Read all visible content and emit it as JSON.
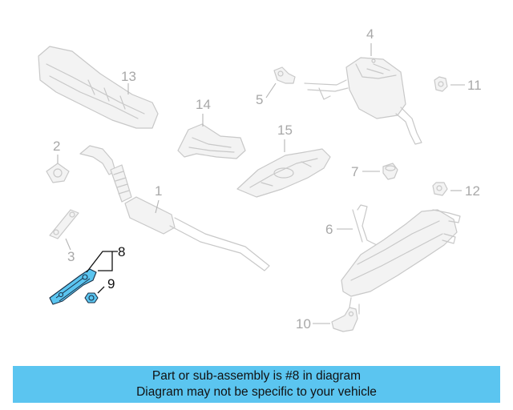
{
  "callouts": {
    "c1": "1",
    "c2": "2",
    "c3": "3",
    "c4": "4",
    "c5": "5",
    "c6": "6",
    "c7": "7",
    "c8": "8",
    "c9": "9",
    "c10": "10",
    "c11": "11",
    "c12": "12",
    "c13": "13",
    "c14": "14",
    "c15": "15"
  },
  "highlighted_parts": [
    "8",
    "9"
  ],
  "colors": {
    "highlight": "#5bc5f0",
    "banner": "#5bc5f0",
    "part_outline": "#c8c8c8",
    "callout_gray": "#a8a8a8"
  },
  "banner": {
    "line1": "Part or sub-assembly is #8 in diagram",
    "line2": "Diagram may not be specific to your vehicle"
  }
}
